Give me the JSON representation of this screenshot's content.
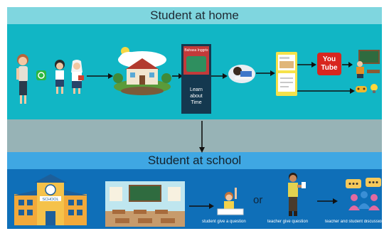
{
  "home": {
    "title": "Student at home",
    "book_label_line1": "Learn",
    "book_label_line2": "about",
    "book_label_line3": "Time",
    "book_header": "Bahasa Inggris",
    "youtube_top": "You",
    "youtube_bottom": "Tube"
  },
  "school": {
    "title": "Student at school",
    "building_sign": "SCHOOL",
    "connector": "or",
    "caption_student": "student give a question",
    "caption_teacher": "teacher give question",
    "caption_discussion": "teacher and student discussion to"
  },
  "colors": {
    "home_title_bg": "#7fd6df",
    "home_bg": "#11b6c5",
    "gap_bg": "#97b3b6",
    "school_title_bg": "#3fa7e3",
    "school_bg": "#0f6fb8"
  }
}
